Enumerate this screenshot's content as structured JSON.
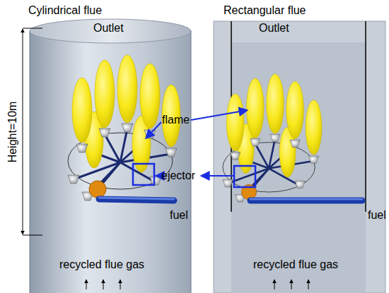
{
  "diagram": {
    "nodes": [
      {
        "text": [
          "Cylindrical flue",
          "Outlet",
          "recycled flue gas"
        ]
      },
      {
        "text": [
          "Rectangular flue",
          "Outlet",
          "recycled flue gas"
        ]
      }
    ],
    "labels": [
      "Height=10m",
      "flame",
      "ejector",
      "fuel",
      "fuel"
    ]
  }
}
